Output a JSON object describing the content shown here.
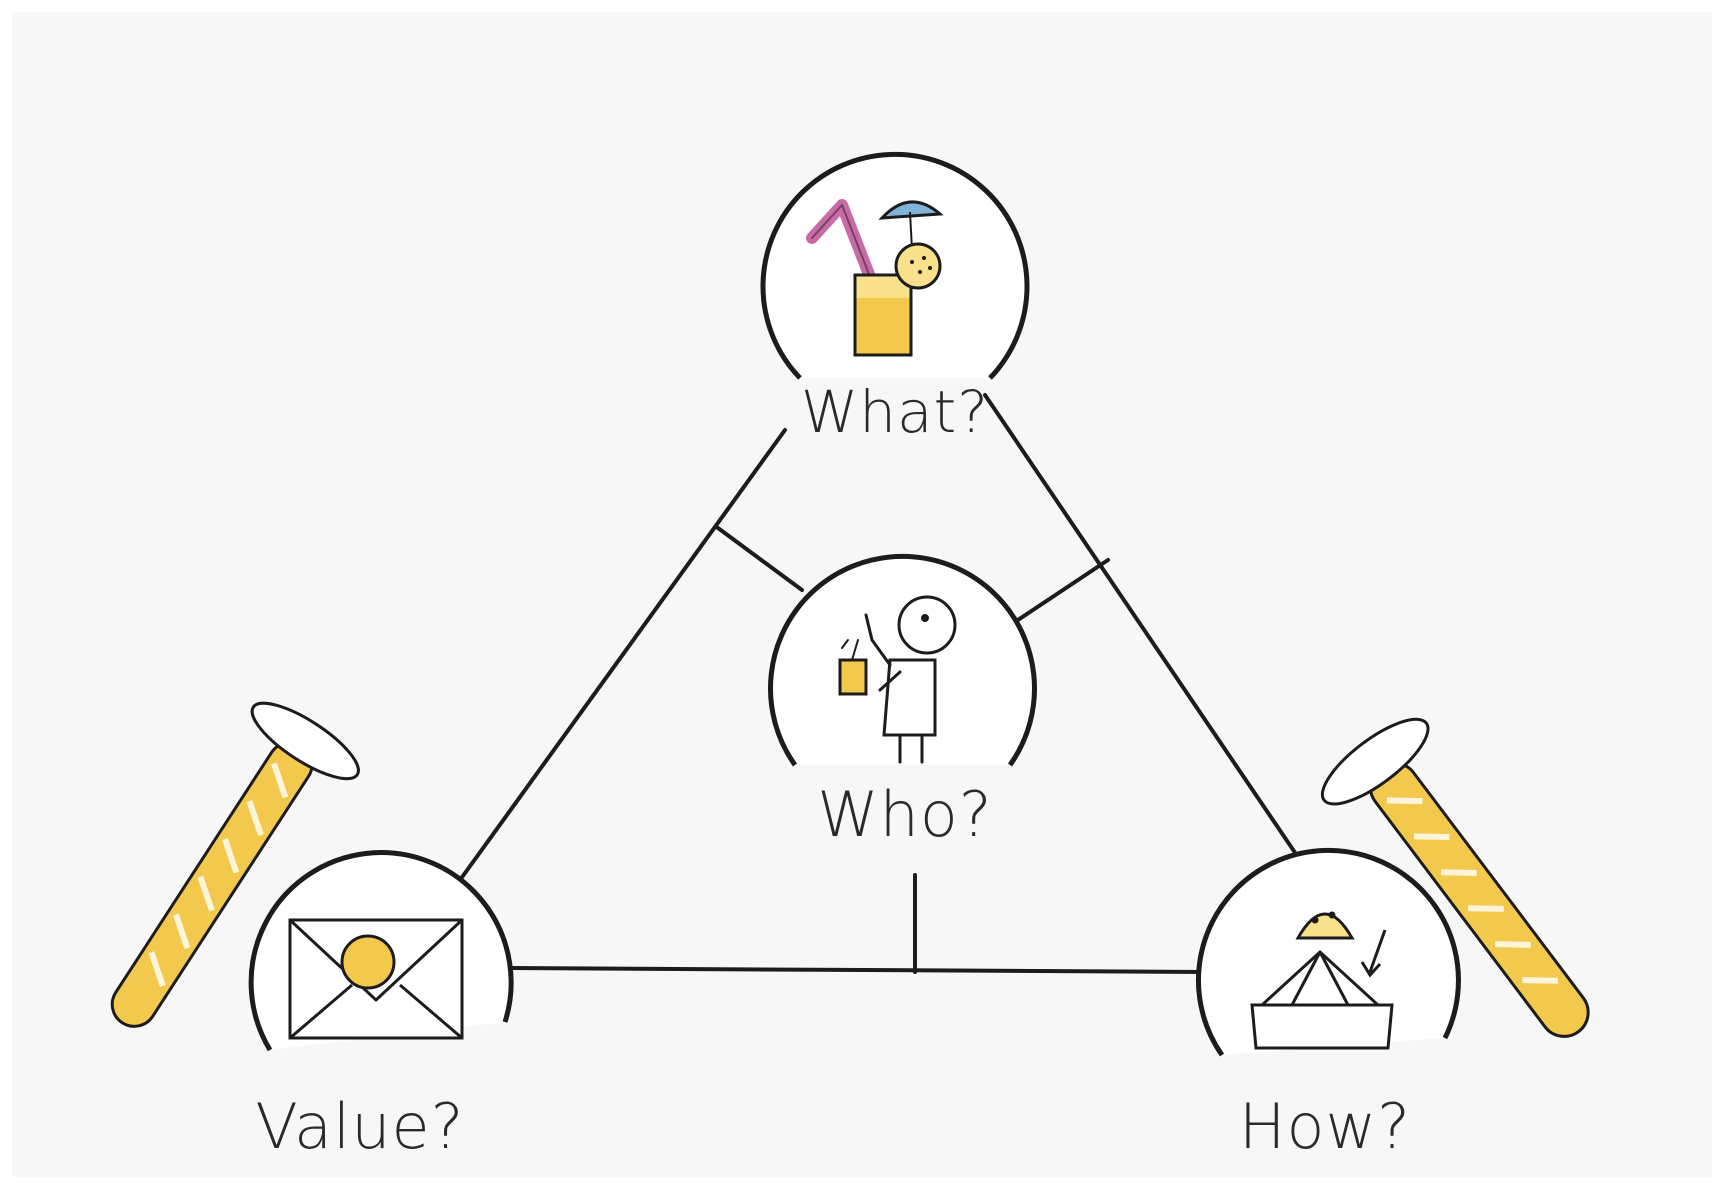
{
  "diagram": {
    "nodes": [
      {
        "id": "what",
        "label": "What?",
        "icon": "lemonade-glass-icon"
      },
      {
        "id": "who",
        "label": "Who?",
        "icon": "person-drinking-icon"
      },
      {
        "id": "value",
        "label": "Value?",
        "icon": "envelope-with-coin-icon"
      },
      {
        "id": "how",
        "label": "How?",
        "icon": "lemon-juicer-icon"
      }
    ],
    "decorations": [
      {
        "id": "left-pin",
        "icon": "yellow-pin-icon"
      },
      {
        "id": "right-pin",
        "icon": "yellow-pin-icon"
      }
    ],
    "colors": {
      "background": "#ffffff",
      "frame": "#f2f2f2",
      "ink": "#1c1c1c",
      "lemon_yellow": "#f2c94c",
      "lemon_light": "#f9e08a",
      "straw_pink": "#c96aa6",
      "umbrella_blue": "#7fb3d8"
    }
  }
}
